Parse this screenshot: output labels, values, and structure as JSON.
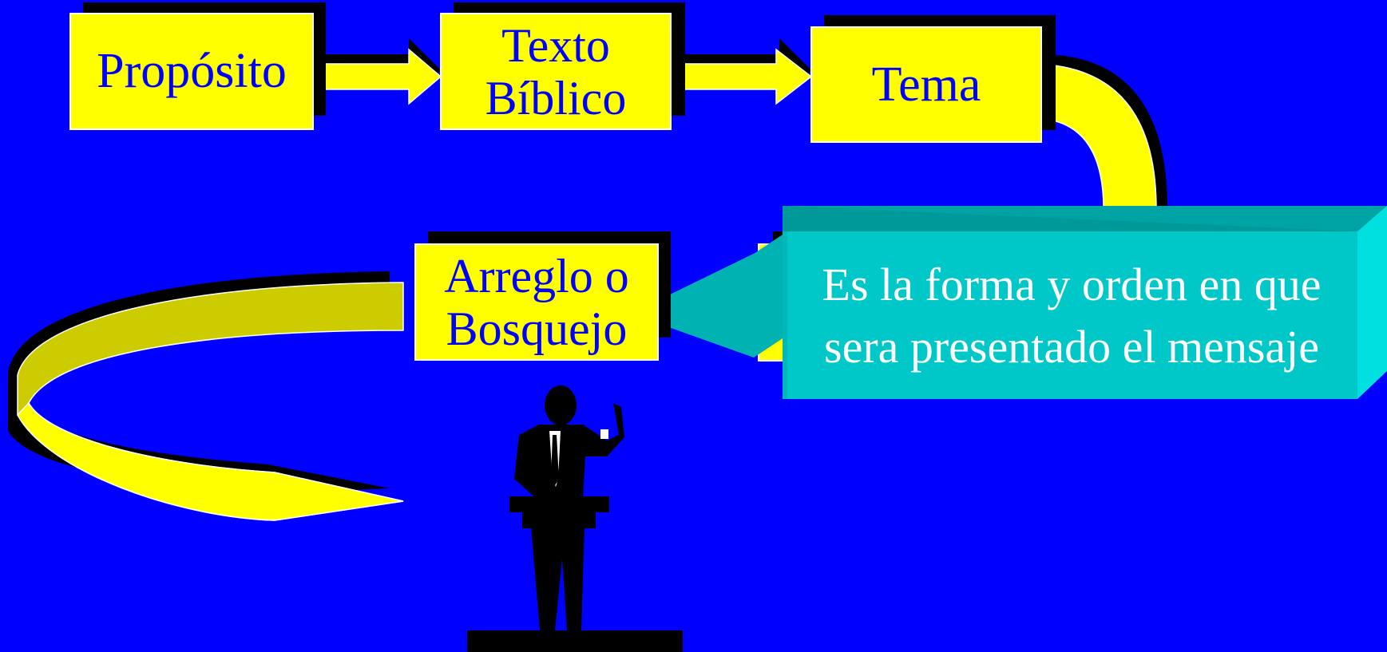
{
  "colors": {
    "background": "#0000ff",
    "box_fill": "#ffff00",
    "box_text": "#0000ff",
    "callout_fill": "#00c8c8",
    "callout_text": "#ffffff",
    "shadow": "#000000"
  },
  "steps": {
    "proposito": "Propósito",
    "texto_biblico_line1": "Texto",
    "texto_biblico_line2": "Bíblico",
    "tema": "Tema",
    "arreglo_line1": "Arreglo o",
    "arreglo_line2": "Bosquejo"
  },
  "callout": {
    "line1": "Es la forma y orden en que",
    "line2": "sera presentado el mensaje"
  },
  "icons": [
    "right-arrow-icon",
    "curved-arrow-icon",
    "preacher-silhouette-icon"
  ]
}
